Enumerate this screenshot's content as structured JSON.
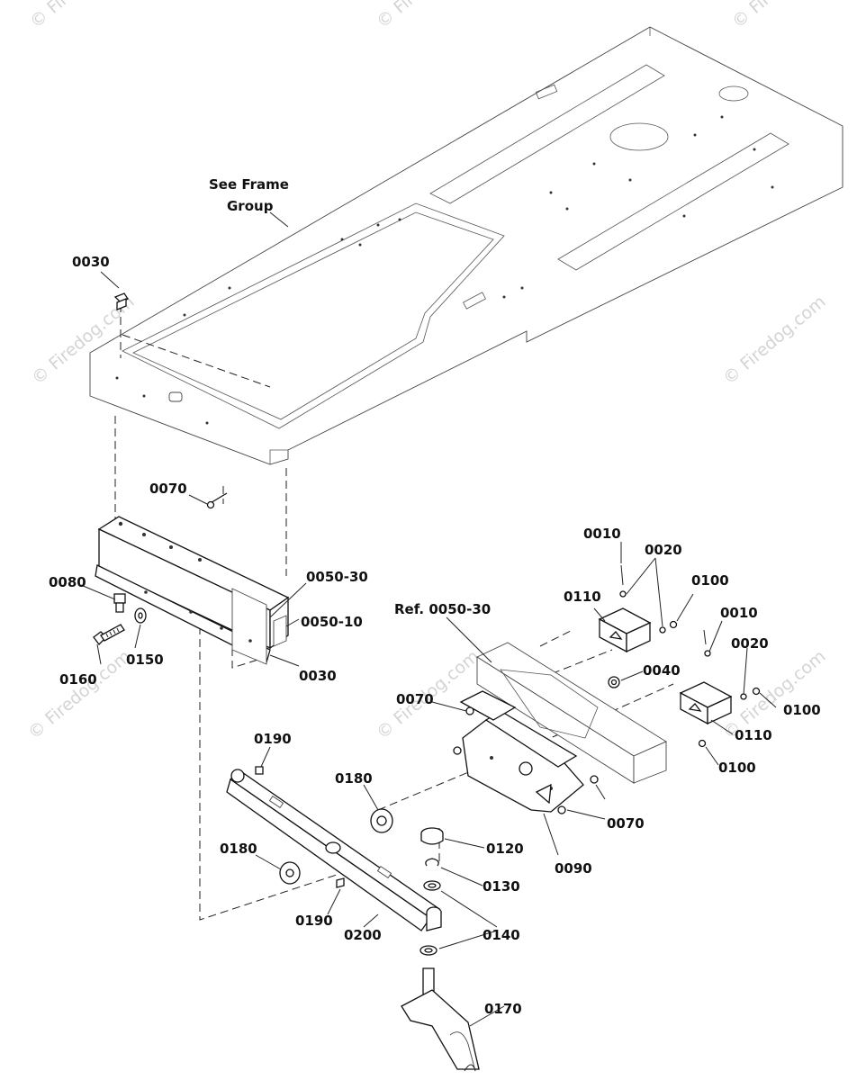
{
  "watermark": {
    "text": "© Firedog.com",
    "color": "#d4d4d4"
  },
  "notes": {
    "see_frame_line1": "See Frame",
    "see_frame_line2": "Group",
    "ref_label": "Ref. 0050-30"
  },
  "callouts": {
    "c0030_top": "0030",
    "c0070_top": "0070",
    "c0080": "0080",
    "c0050_30": "0050-30",
    "c0050_10": "0050-10",
    "c0150": "0150",
    "c0160": "0160",
    "c0030_bottom": "0030",
    "c0010_a": "0010",
    "c0020_a": "0020",
    "c0100_a": "0100",
    "c0110_a": "0110",
    "c0010_b": "0010",
    "c0020_b": "0020",
    "c0100_b": "0100",
    "c0110_b": "0110",
    "c0100_c": "0100",
    "c0040": "0040",
    "c0070_mid": "0070",
    "c0070_right": "0070",
    "c0090": "0090",
    "c0190_top": "0190",
    "c0180_right": "0180",
    "c0180_left": "0180",
    "c0120": "0120",
    "c0130": "0130",
    "c0140": "0140",
    "c0190_bottom": "0190",
    "c0200": "0200",
    "c0170": "0170"
  }
}
